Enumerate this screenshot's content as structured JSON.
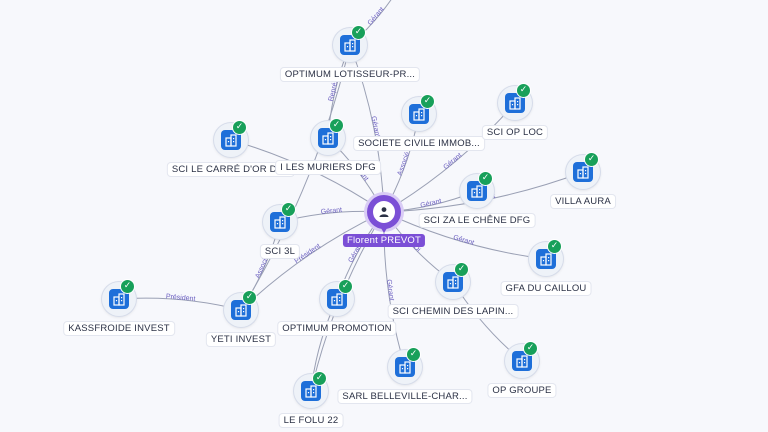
{
  "center": {
    "label": "Florent PREVOT",
    "icon": "person-icon"
  },
  "colors": {
    "person": "#7b4fd6",
    "company": "#1e6fd9",
    "check": "#18a05a",
    "edge": "#9aa0b4"
  },
  "nodes": [
    {
      "id": "optimum-lotisseur",
      "label": "OPTIMUM LOTISSEUR-PR..."
    },
    {
      "id": "sci-le-carre",
      "label": "SCI LE CARRÉ D'OR DF..."
    },
    {
      "id": "sci-les-muriers",
      "label": "I LES MURIERS DFG"
    },
    {
      "id": "societe-civile-immob",
      "label": "SOCIETE CIVILE IMMOB..."
    },
    {
      "id": "sci-op-loc",
      "label": "SCI OP LOC"
    },
    {
      "id": "villa-aura",
      "label": "VILLA AURA"
    },
    {
      "id": "sci-za-le-chene",
      "label": "SCI ZA LE CHÊNE DFG"
    },
    {
      "id": "sci-3l",
      "label": "SCI 3L"
    },
    {
      "id": "gfa-du-caillou",
      "label": "GFA DU CAILLOU"
    },
    {
      "id": "kassfroide-invest",
      "label": "KASSFROIDE INVEST"
    },
    {
      "id": "yeti-invest",
      "label": "YETI INVEST"
    },
    {
      "id": "optimum-promotion",
      "label": "OPTIMUM PROMOTION"
    },
    {
      "id": "sci-chemin-des-lapin",
      "label": "SCI CHEMIN DES LAPIN..."
    },
    {
      "id": "sarl-belleville",
      "label": "SARL BELLEVILLE-CHAR..."
    },
    {
      "id": "op-groupe",
      "label": "OP GROUPE"
    },
    {
      "id": "le-folu-22",
      "label": "LE FOLU 22"
    }
  ],
  "edges": [
    {
      "from": "center",
      "to": "optimum-lotisseur",
      "label": "Gérant"
    },
    {
      "from": "center",
      "to": "sci-le-carre",
      "label": ""
    },
    {
      "from": "center",
      "to": "sci-les-muriers",
      "label": "Gérant"
    },
    {
      "from": "center",
      "to": "societe-civile-immob",
      "label": "Associé"
    },
    {
      "from": "center",
      "to": "sci-op-loc",
      "label": "Gérant"
    },
    {
      "from": "center",
      "to": "villa-aura",
      "label": "Gérant"
    },
    {
      "from": "center",
      "to": "sci-za-le-chene",
      "label": "Gérant"
    },
    {
      "from": "center",
      "to": "sci-3l",
      "label": "Gérant"
    },
    {
      "from": "center",
      "to": "gfa-du-caillou",
      "label": "Gérant"
    },
    {
      "from": "center",
      "to": "yeti-invest",
      "label": "Président"
    },
    {
      "from": "center",
      "to": "optimum-promotion",
      "label": "Gérant"
    },
    {
      "from": "center",
      "to": "sci-chemin-des-lapin",
      "label": "Di"
    },
    {
      "from": "center",
      "to": "sarl-belleville",
      "label": "Gérant"
    },
    {
      "from": "center",
      "to": "le-folu-22",
      "label": ""
    },
    {
      "from": "yeti-invest",
      "to": "kassfroide-invest",
      "label": "Président"
    },
    {
      "from": "yeti-invest",
      "to": "sci-3l",
      "label": "Associé"
    },
    {
      "from": "yeti-invest",
      "to": "optimum-lotisseur",
      "label": ""
    },
    {
      "from": "sci-chemin-des-lapin",
      "to": "op-groupe",
      "label": ""
    },
    {
      "from": "optimum-promotion",
      "to": "le-folu-22",
      "label": ""
    },
    {
      "from": "optimum-lotisseur",
      "to": "sci-les-muriers",
      "label": "Représ"
    },
    {
      "from": "optimum-lotisseur",
      "to": "top-offscreen",
      "label": "Gérant"
    }
  ]
}
